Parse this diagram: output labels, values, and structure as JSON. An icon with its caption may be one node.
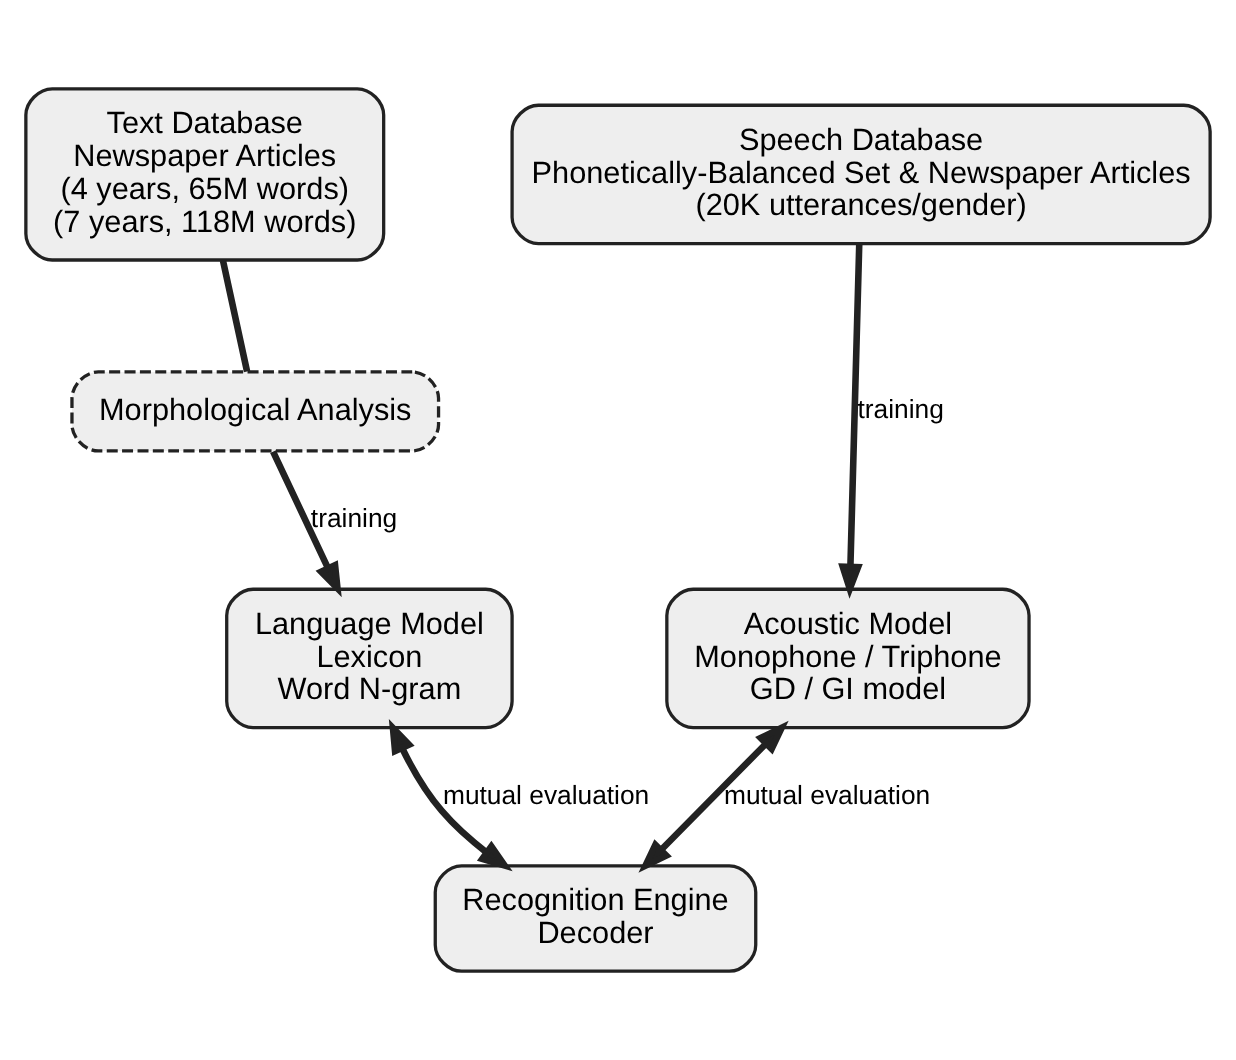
{
  "diagram": {
    "nodes": [
      {
        "text": [
          "Text Database",
          "Newspaper Articles",
          "(4 years, 65M words)",
          "(7 years, 118M words)"
        ]
      },
      {
        "text": [
          "Morphological Analysis"
        ]
      },
      {
        "text": [
          "Speech Database",
          "Phonetically-Balanced Set & Newspaper Articles",
          "(20K utterances/gender)"
        ]
      },
      {
        "text": [
          "Language Model",
          "Lexicon",
          "Word N-gram"
        ]
      },
      {
        "text": [
          "Acoustic Model",
          "Monophone / Triphone",
          "GD / GI model"
        ]
      },
      {
        "text": [
          "Recognition Engine",
          "Decoder"
        ]
      }
    ],
    "edges": [
      {
        "from": 0,
        "to": 1,
        "arrow": "none"
      },
      {
        "from": 1,
        "to": 3,
        "arrow": "to",
        "label": "training"
      },
      {
        "from": 2,
        "to": 4,
        "arrow": "to",
        "label": "training"
      },
      {
        "from": 3,
        "to": 5,
        "arrow": "both",
        "label": "mutual evaluation"
      },
      {
        "from": 4,
        "to": 5,
        "arrow": "both",
        "label": "mutual evaluation"
      }
    ]
  }
}
